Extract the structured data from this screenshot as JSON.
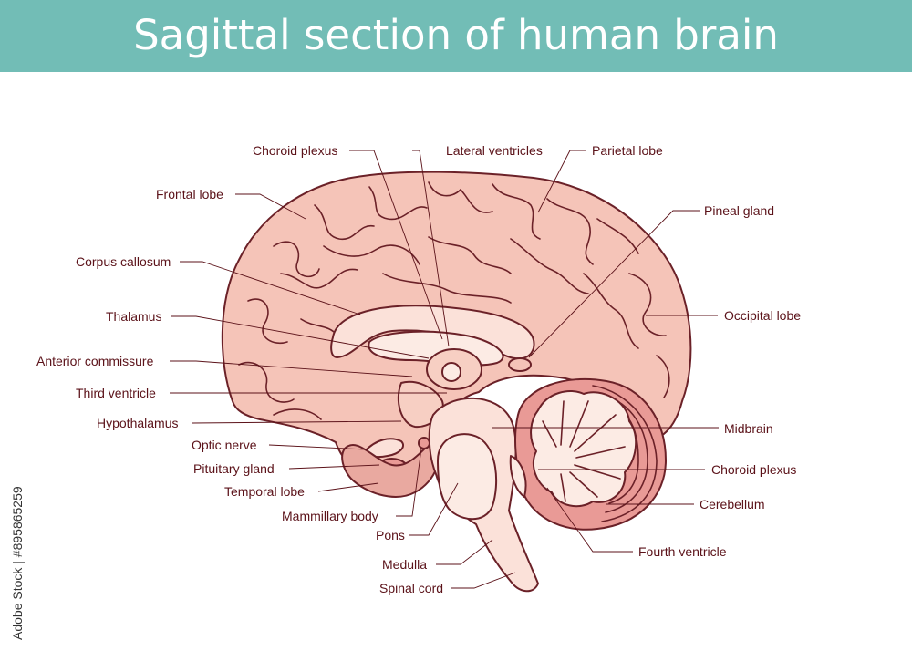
{
  "header": {
    "title": "Sagittal section of human brain"
  },
  "labels": {
    "choroid_plexus_top": "Choroid plexus",
    "lateral_ventricles": "Lateral ventricles",
    "parietal_lobe": "Parietal lobe",
    "frontal_lobe": "Frontal lobe",
    "pineal_gland": "Pineal gland",
    "corpus_callosum": "Corpus callosum",
    "occipital_lobe": "Occipital lobe",
    "thalamus": "Thalamus",
    "anterior_commissure": "Anterior commissure",
    "third_ventricle": "Third ventricle",
    "hypothalamus": "Hypothalamus",
    "midbrain": "Midbrain",
    "optic_nerve": "Optic nerve",
    "pituitary_gland": "Pituitary gland",
    "choroid_plexus_bottom": "Choroid plexus",
    "temporal_lobe": "Temporal lobe",
    "cerebellum": "Cerebellum",
    "mammillary_body": "Mammillary body",
    "pons": "Pons",
    "fourth_ventricle": "Fourth ventricle",
    "medulla": "Medulla",
    "spinal_cord": "Spinal cord"
  },
  "watermark": {
    "stock_id": "Adobe Stock | #895865259"
  },
  "colors": {
    "banner": "#72bdb6",
    "cerebrum": "#f5c4b8",
    "cerebellum": "#e99a96",
    "brainstem": "#fbe1d9",
    "ventricle": "#fcebe4",
    "outline": "#6b2128",
    "label_text": "#5b1219"
  }
}
